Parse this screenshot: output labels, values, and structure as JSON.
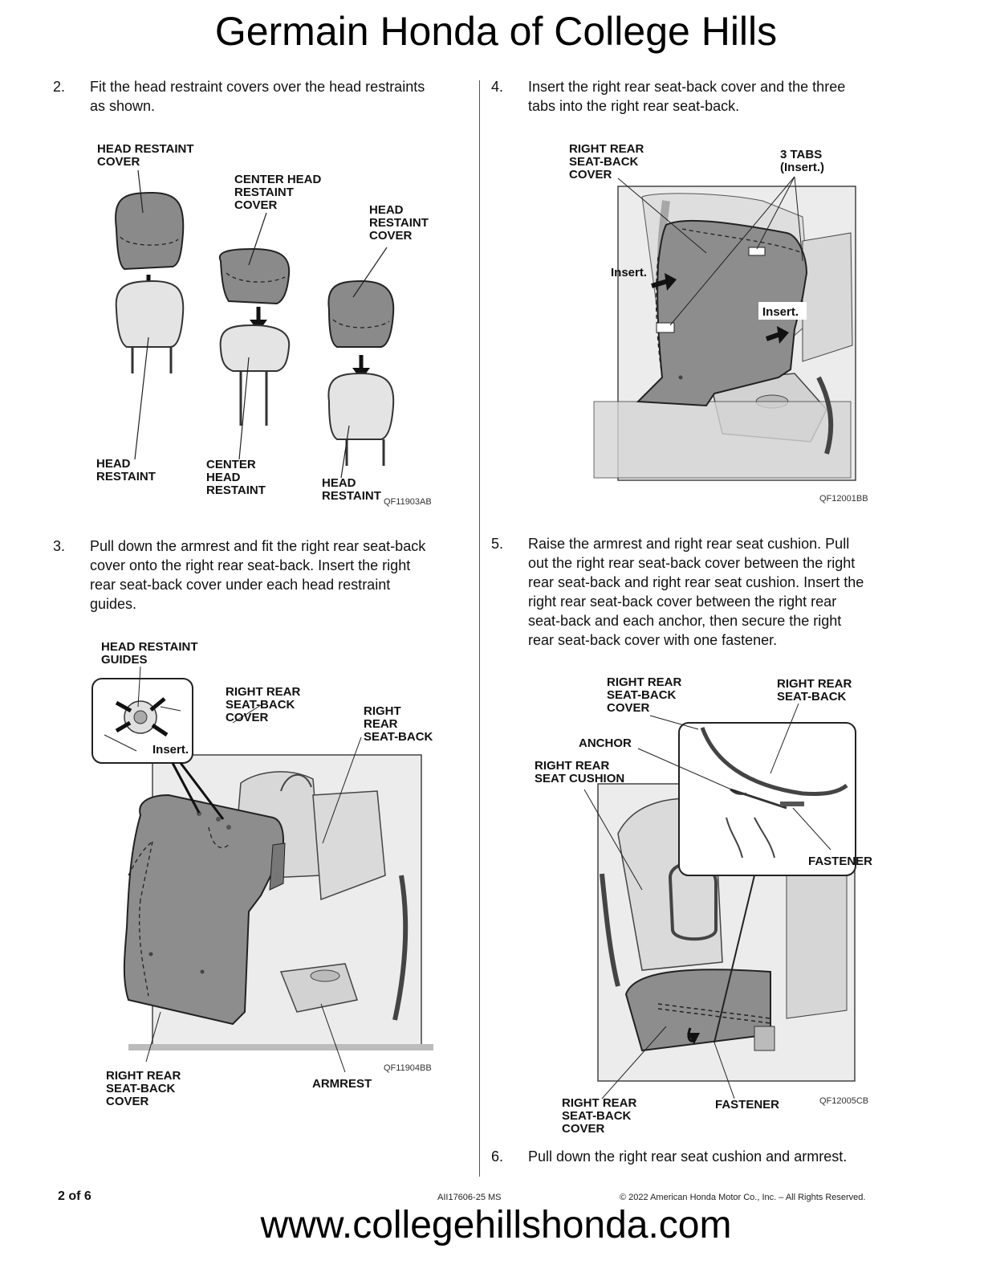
{
  "header": {
    "title": "Germain Honda of College Hills"
  },
  "steps": [
    {
      "num": "2.",
      "lines": [
        "Fit the head restraint covers over the head restraints",
        "as shown."
      ]
    },
    {
      "num": "3.",
      "lines": [
        "Pull down the armrest and fit the right rear seat-back",
        "cover onto the right rear seat-back. Insert the right",
        "rear seat-back cover under each head restraint",
        "guides."
      ]
    },
    {
      "num": "4.",
      "lines": [
        "Insert the right rear seat-back cover and the three",
        "tabs into the right rear seat-back."
      ]
    },
    {
      "num": "5.",
      "lines": [
        "Raise the armrest and right rear seat cushion. Pull",
        "out the right rear seat-back cover between the right",
        "rear seat-back and right rear seat cushion. Insert the",
        "right rear seat-back cover between the right rear",
        "seat-back and each anchor, then secure the right",
        "rear seat-back cover with one fastener."
      ]
    },
    {
      "num": "6.",
      "lines": [
        "Pull down the right rear seat cushion and armrest."
      ]
    }
  ],
  "figures": {
    "fig1": {
      "id": "QF11903AB",
      "labels": {
        "hr_cover_left": [
          "HEAD RESTAINT",
          "COVER"
        ],
        "center_cover": [
          "CENTER HEAD",
          "RESTAINT",
          "COVER"
        ],
        "hr_cover_right": [
          "HEAD",
          "RESTAINT",
          "COVER"
        ],
        "hr_left": [
          "HEAD",
          "RESTAINT"
        ],
        "center_hr": [
          "CENTER",
          "HEAD",
          "RESTAINT"
        ],
        "hr_right": [
          "HEAD",
          "RESTAINT"
        ]
      }
    },
    "fig2": {
      "id": "QF11904BB",
      "labels": {
        "guides": [
          "HEAD RESTAINT",
          "GUIDES"
        ],
        "insert": "Insert.",
        "cover_top": [
          "RIGHT REAR",
          "SEAT-BACK",
          "COVER"
        ],
        "seatback": [
          "RIGHT",
          "REAR",
          "SEAT-BACK"
        ],
        "cover_bottom": [
          "RIGHT REAR",
          "SEAT-BACK",
          "COVER"
        ],
        "armrest": "ARMREST"
      }
    },
    "fig3": {
      "id": "QF12001BB",
      "labels": {
        "cover": [
          "RIGHT REAR",
          "SEAT-BACK",
          "COVER"
        ],
        "tabs": [
          "3 TABS",
          "(Insert.)"
        ],
        "insert1": "Insert.",
        "insert2": "Insert."
      }
    },
    "fig4": {
      "id": "QF12005CB",
      "labels": {
        "cover_top": [
          "RIGHT REAR",
          "SEAT-BACK",
          "COVER"
        ],
        "seatback": [
          "RIGHT REAR",
          "SEAT-BACK"
        ],
        "anchor": "ANCHOR",
        "cushion": [
          "RIGHT REAR",
          "SEAT CUSHION"
        ],
        "fastener_top": "FASTENER",
        "cover_bottom": [
          "RIGHT REAR",
          "SEAT-BACK",
          "COVER"
        ],
        "fastener_bottom": "FASTENER"
      }
    }
  },
  "footer": {
    "page": "2 of 6",
    "doc_id": "AII17606-25 MS",
    "copyright": "© 2022 American Honda Motor Co., Inc. – All Rights Reserved.",
    "url": "www.collegehillshonda.com"
  }
}
